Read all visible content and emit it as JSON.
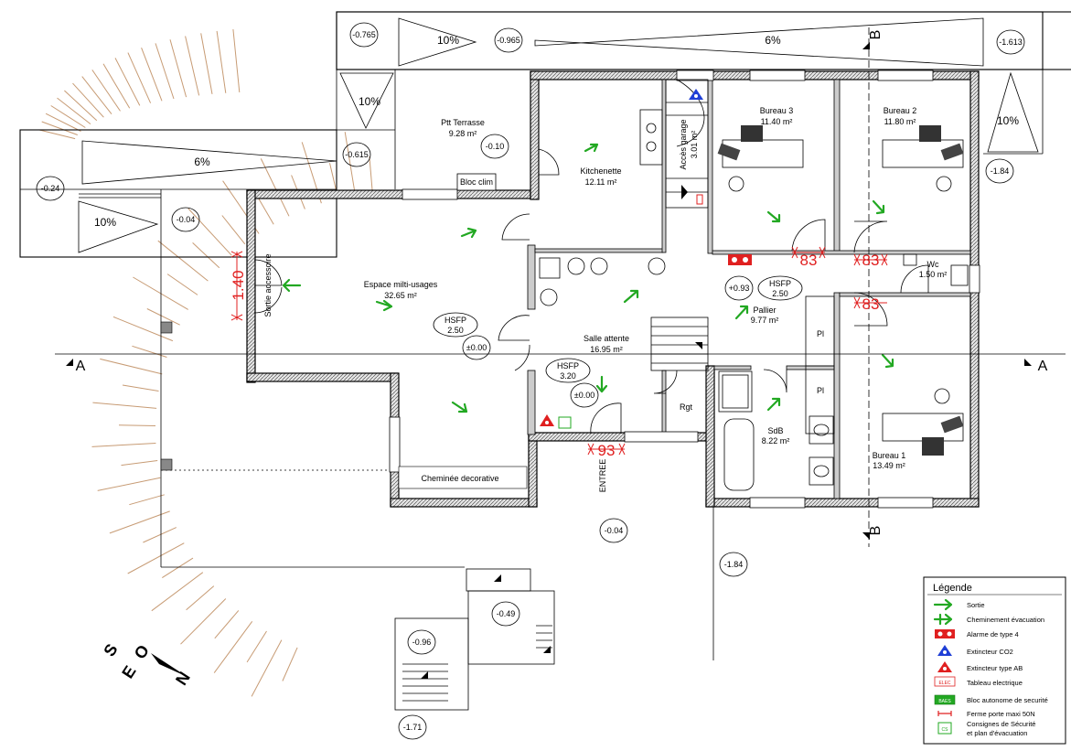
{
  "rooms": [
    {
      "name": "Ptt Terrasse",
      "area": "9.28 m²"
    },
    {
      "name": "Kitchenette",
      "area": "12.11 m²"
    },
    {
      "name": "Accès garage",
      "area": "3.01 m²"
    },
    {
      "name": "Bureau 3",
      "area": "11.40 m²"
    },
    {
      "name": "Bureau 2",
      "area": "11.80 m²"
    },
    {
      "name": "Espace milti-usages",
      "area": "32.65 m²"
    },
    {
      "name": "Salle attente",
      "area": "16.95 m²"
    },
    {
      "name": "Pallier",
      "area": "9.77 m²"
    },
    {
      "name": "Wc",
      "area": "1.50 m²"
    },
    {
      "name": "SdB",
      "area": "8.22 m²"
    },
    {
      "name": "Bureau 1",
      "area": "13.49 m²"
    }
  ],
  "labels": {
    "bloc_clim": "Bloc clim",
    "cheminee": "Cheminée decorative",
    "sortie_accessoire": "Sortie accessoire",
    "entree": "ENTREE",
    "rgt": "Rgt",
    "pl1": "Pl",
    "pl2": "Pl"
  },
  "slopes": [
    "10%",
    "6%",
    "10%",
    "6%",
    "10%",
    "10%"
  ],
  "levels": [
    "-0.765",
    "-0.965",
    "-1.613",
    "-0.615",
    "-0.10",
    "-0.24",
    "-0.04",
    "-1.84",
    "+0.93",
    "±0.00",
    "±0.00",
    "-0.04",
    "-1.84",
    "-0.49",
    "-0.96",
    "-1.71"
  ],
  "hsfp": [
    {
      "label": "HSFP",
      "value": "2.50"
    },
    {
      "label": "HSFP",
      "value": "3.20"
    },
    {
      "label": "HSFP",
      "value": "2.50"
    }
  ],
  "door_widths": [
    "83",
    "83",
    "83",
    "93"
  ],
  "sortie_width": "1.40",
  "sections": {
    "a_left": "A",
    "a_right": "A",
    "b_top": "B",
    "b_bottom": "B"
  },
  "compass": {
    "s": "S",
    "e": "E",
    "o": "O",
    "n": "N"
  },
  "legend": {
    "title": "Légende",
    "items": [
      {
        "label": "Sortie"
      },
      {
        "label": "Cheminement évacuation"
      },
      {
        "label": "Alarme de type 4"
      },
      {
        "label": "Extincteur CO2"
      },
      {
        "label": "Extincteur type AB"
      },
      {
        "label": "Tableau electrique",
        "badge": "ELEC"
      },
      {
        "label": "Bloc autonome de securité",
        "badge": "BAES"
      },
      {
        "label": "Ferme porte maxi 50N"
      },
      {
        "label": "Consignes de Sécurité",
        "label2": "et plan d'évacuation",
        "badge": "CS"
      }
    ]
  },
  "colors": {
    "wall": "#d8d8d8",
    "evacuation": "#22a822",
    "alarm": "#e02020",
    "co2": "#1f3fd6",
    "ray": "#c79b74"
  }
}
